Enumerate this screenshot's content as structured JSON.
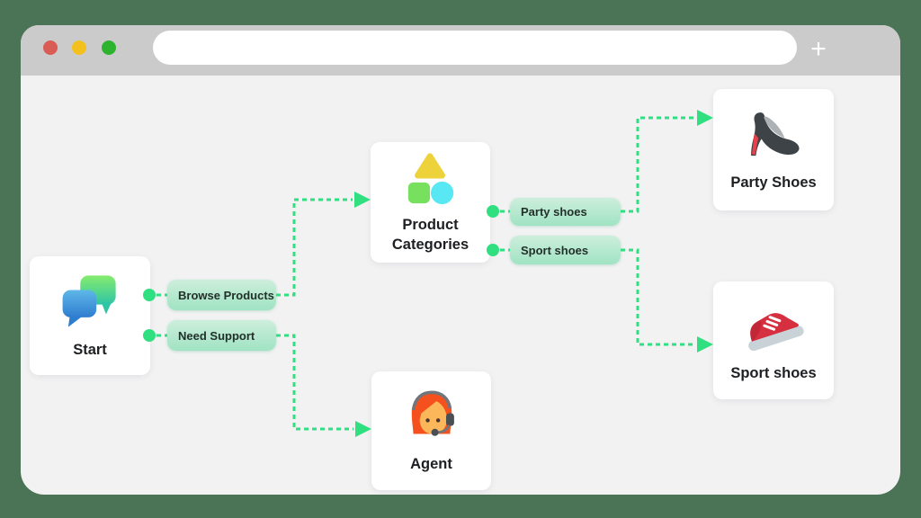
{
  "browser": {
    "new_tab_label": "+",
    "url_bar": {
      "value": "",
      "placeholder": ""
    }
  },
  "colors": {
    "page_background": "#4B7355",
    "chrome_background": "#CBCBCB",
    "window_background": "#F2F2F3",
    "card_background": "#FFFFFF",
    "connector_green": "#30DF80",
    "pill_gradient_top": "#CDEEDC",
    "pill_gradient_bottom": "#A0E3C3",
    "traffic_red": "#D95C55",
    "traffic_yellow": "#F4C01E",
    "traffic_green": "#2DB32D"
  },
  "flow": {
    "nodes": [
      {
        "id": "start",
        "label": "Start",
        "icon": "chat-bubbles-icon"
      },
      {
        "id": "product-categories",
        "label": "Product Categories",
        "icon": "shapes-icon"
      },
      {
        "id": "party-shoes",
        "label": "Party Shoes",
        "icon": "high-heel-icon"
      },
      {
        "id": "sport-shoes",
        "label": "Sport shoes",
        "icon": "sneaker-icon"
      },
      {
        "id": "agent",
        "label": "Agent",
        "icon": "support-agent-icon"
      }
    ],
    "edges": [
      {
        "from": "start",
        "to": "product-categories",
        "label": "Browse Products"
      },
      {
        "from": "start",
        "to": "agent",
        "label": "Need Support"
      },
      {
        "from": "product-categories",
        "to": "party-shoes",
        "label": "Party shoes"
      },
      {
        "from": "product-categories",
        "to": "sport-shoes",
        "label": "Sport shoes"
      }
    ]
  }
}
